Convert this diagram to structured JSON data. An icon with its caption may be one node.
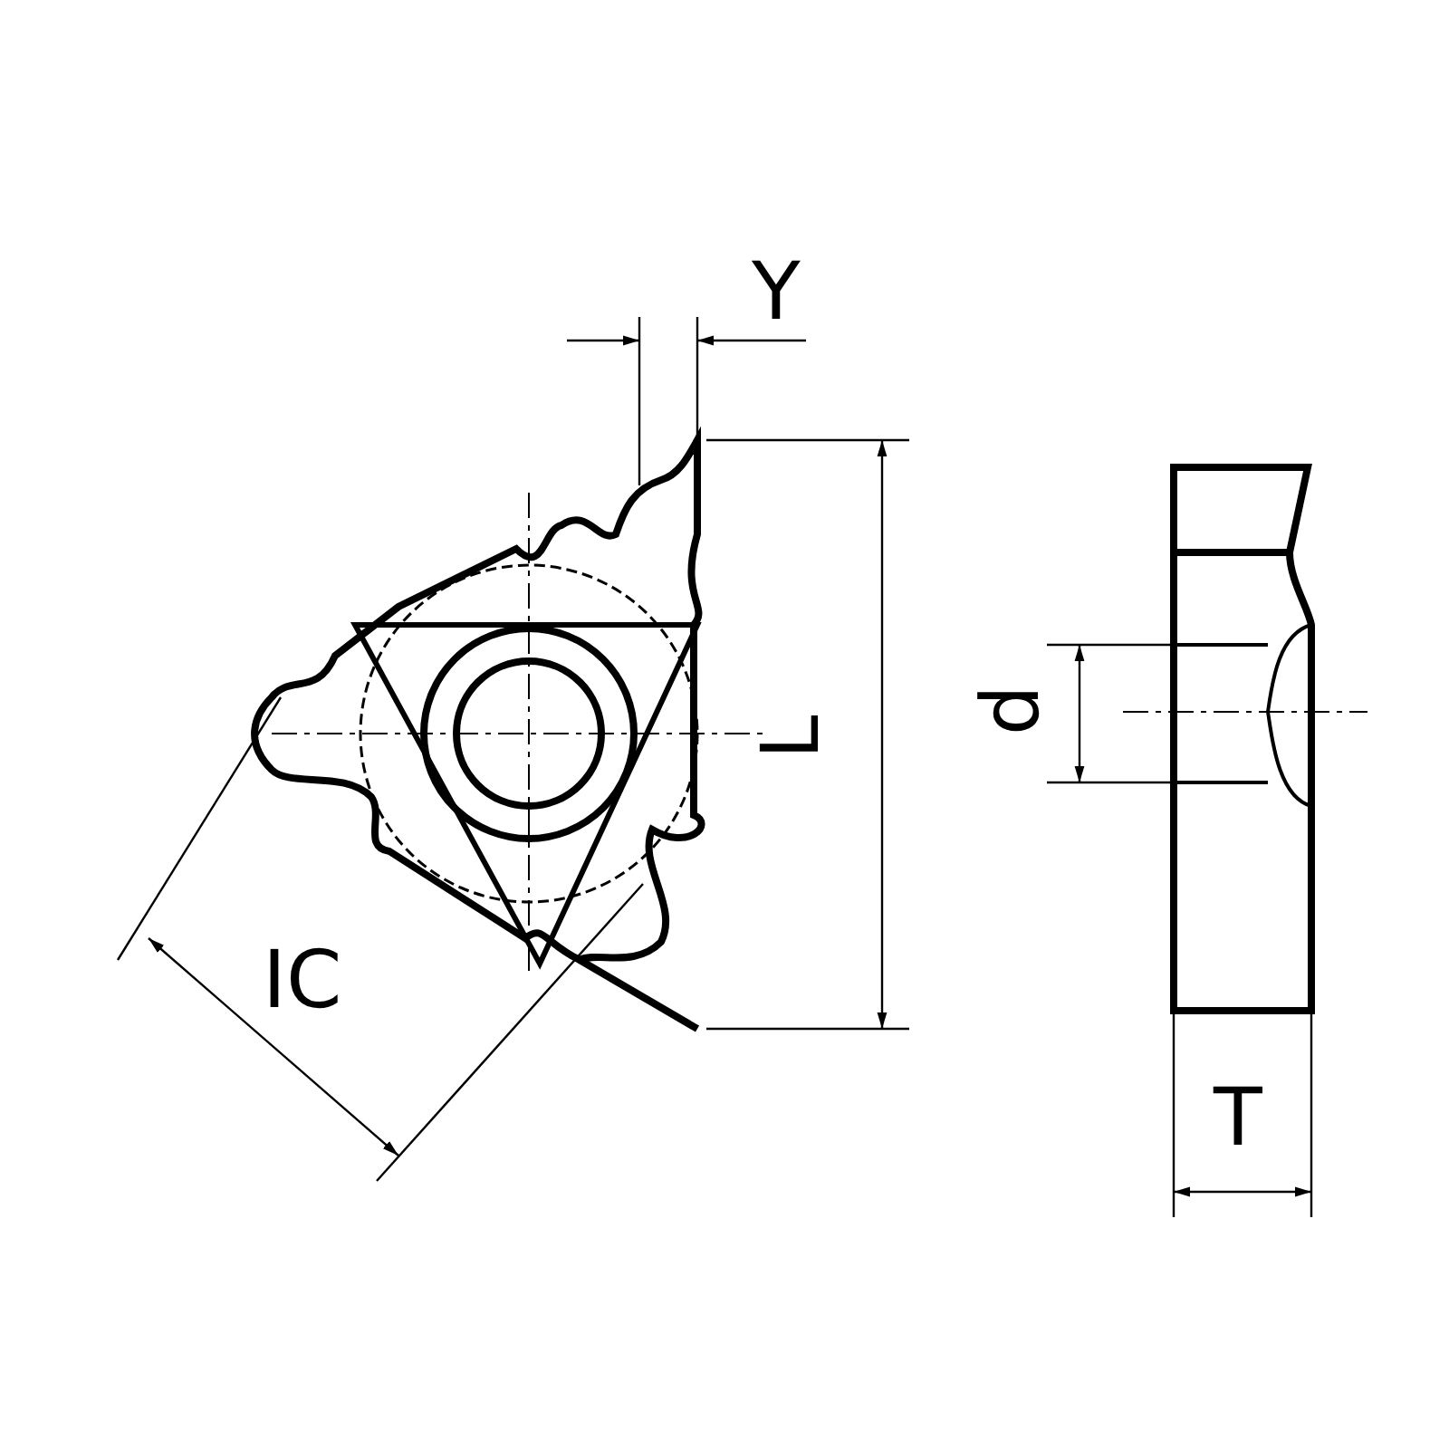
{
  "diagram": {
    "labels": [
      "Y",
      "L",
      "IC",
      "d",
      "T"
    ]
  }
}
